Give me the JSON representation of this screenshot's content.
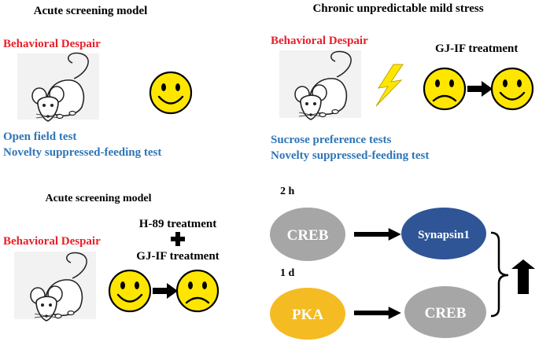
{
  "panels": {
    "top_left": {
      "title": "Acute screening  model",
      "behavior": "Behavioral Despair",
      "tests": [
        "Open field test",
        "Novelty suppressed-feeding test"
      ]
    },
    "top_right": {
      "title": "Chronic unpredictable mild stress",
      "behavior": "Behavioral Despair",
      "treatment": "GJ-IF treatment",
      "tests": [
        "Sucrose preference tests",
        "Novelty suppressed-feeding test"
      ]
    },
    "bottom_left": {
      "title": "Acute screening  model",
      "behavior": "Behavioral Despair",
      "treatment_1": "H-89 treatment",
      "treatment_2": "GJ-IF treatment"
    },
    "bottom_right": {
      "time_1": "2 h",
      "time_2": "1 d",
      "node_creb_top": "CREB",
      "node_synapsin": "Synapsin1",
      "node_pka": "PKA",
      "node_creb_bottom": "CREB"
    }
  },
  "colors": {
    "red_text": "#e8202a",
    "blue_text": "#2e75b6",
    "smiley_fill": "#ffe600",
    "bolt_fill": "#ffe600",
    "grey_node": "#a6a6a6",
    "navy_node": "#2f5597",
    "orange_node": "#f4bb22",
    "mouse_panel_bg": "#f2f2f2"
  },
  "icons": [
    "mouse-icon",
    "smiley-face-icon",
    "sad-face-icon",
    "lightning-bolt-icon",
    "arrow-right-icon",
    "plus-icon",
    "arrow-up-icon",
    "bracket-icon"
  ]
}
